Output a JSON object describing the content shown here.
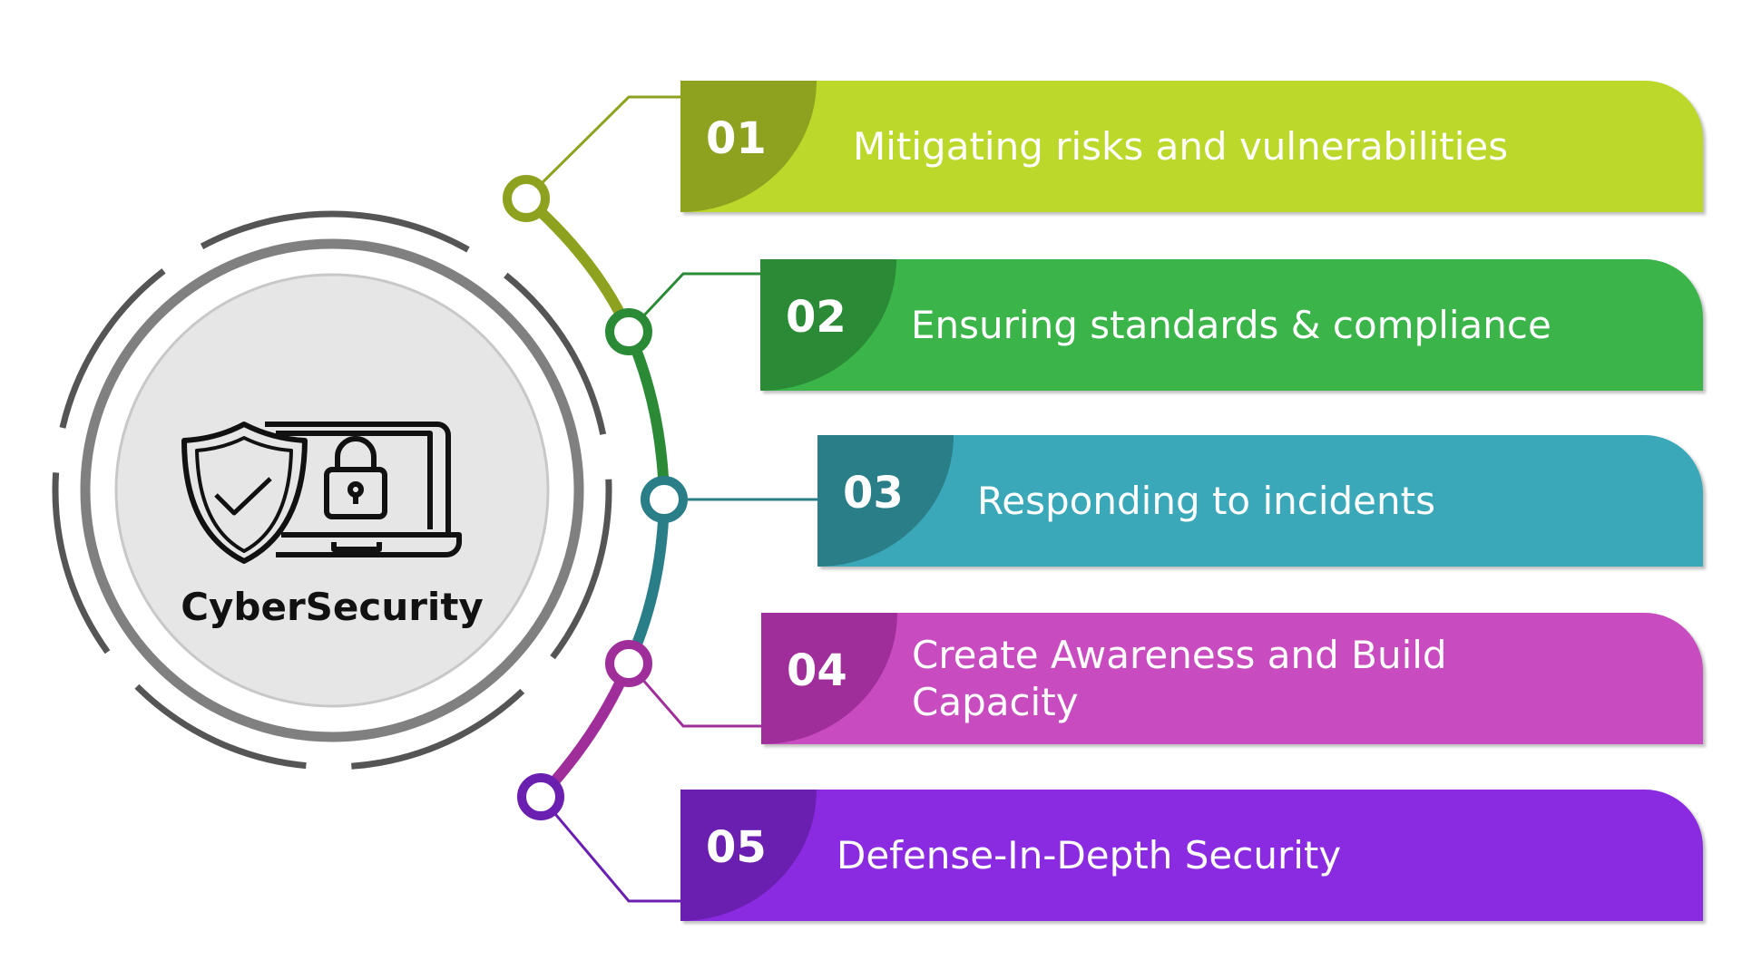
{
  "center": {
    "title": "CyberSecurity",
    "icon": "shield-laptop-lock-icon"
  },
  "items": [
    {
      "number": "01",
      "label": "Mitigating risks and vulnerabilities",
      "color": "#bcd82a",
      "tab_color": "#8fa220"
    },
    {
      "number": "02",
      "label": "Ensuring standards & compliance",
      "color": "#3bb44a",
      "tab_color": "#2a8a36"
    },
    {
      "number": "03",
      "label": "Responding to incidents",
      "color": "#3aa8b8",
      "tab_color": "#2a7e88"
    },
    {
      "number": "04",
      "label": "Create Awareness and Build Capacity",
      "color": "#c84cc0",
      "tab_color": "#a02e9a"
    },
    {
      "number": "05",
      "label": "Defense-In-Depth Security",
      "color": "#8a2be2",
      "tab_color": "#6a1fb0"
    }
  ]
}
